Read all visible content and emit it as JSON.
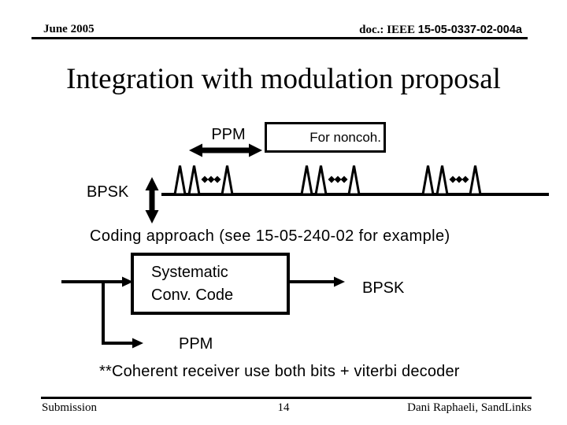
{
  "header": {
    "date": "June 2005",
    "doc_prefix": "doc.: IEEE ",
    "doc_number": "15-05-0337-02-004a"
  },
  "title": "Integration with modulation proposal",
  "modulation_diagram": {
    "ppm_label": "PPM",
    "noncoh_box_label": "For noncoh.",
    "bpsk_label": "BPSK"
  },
  "coding_line": "Coding approach (see 15-05-240-02 for example)",
  "block_diagram": {
    "encoder_line1": "Systematic",
    "encoder_line2": "Conv. Code",
    "bpsk_label": "BPSK",
    "ppm_label": "PPM"
  },
  "note": "**Coherent receiver use both bits + viterbi decoder",
  "footer": {
    "left": "Submission",
    "page": "14",
    "right": "Dani Raphaeli, SandLinks"
  },
  "colors": {
    "ink": "#000000",
    "background": "#ffffff"
  }
}
